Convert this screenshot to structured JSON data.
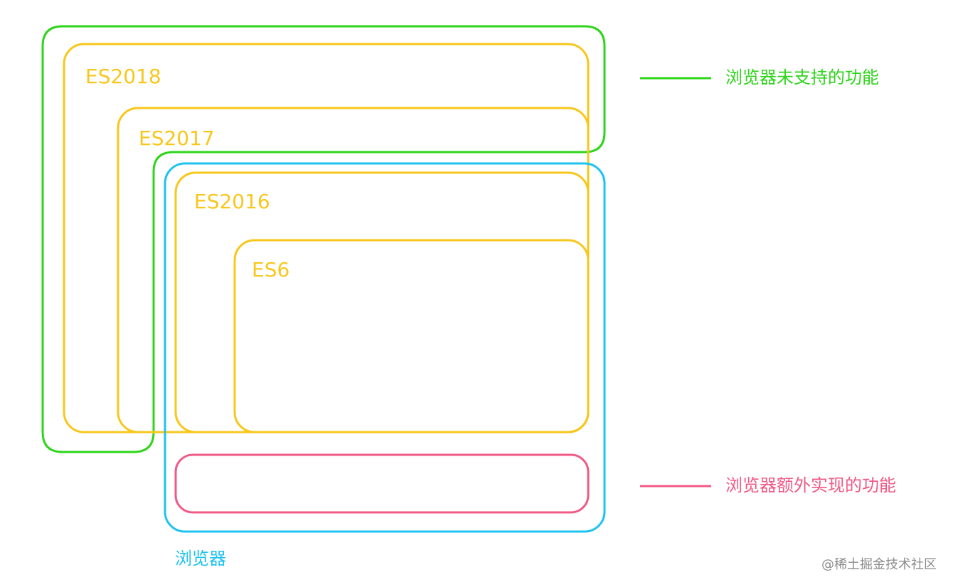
{
  "colors": {
    "green": "#2ed51a",
    "yellow": "#f8c71c",
    "blue": "#1ec3ef",
    "pink": "#f05a86",
    "watermark": "#8c8c8c"
  },
  "boxes": {
    "es2018": "ES2018",
    "es2017": "ES2017",
    "es2016": "ES2016",
    "es6": "ES6"
  },
  "browser_label": "浏览器",
  "legend": {
    "unsupported": "浏览器未支持的功能",
    "extra": "浏览器额外实现的功能"
  },
  "watermark": "@稀土掘金技术社区"
}
